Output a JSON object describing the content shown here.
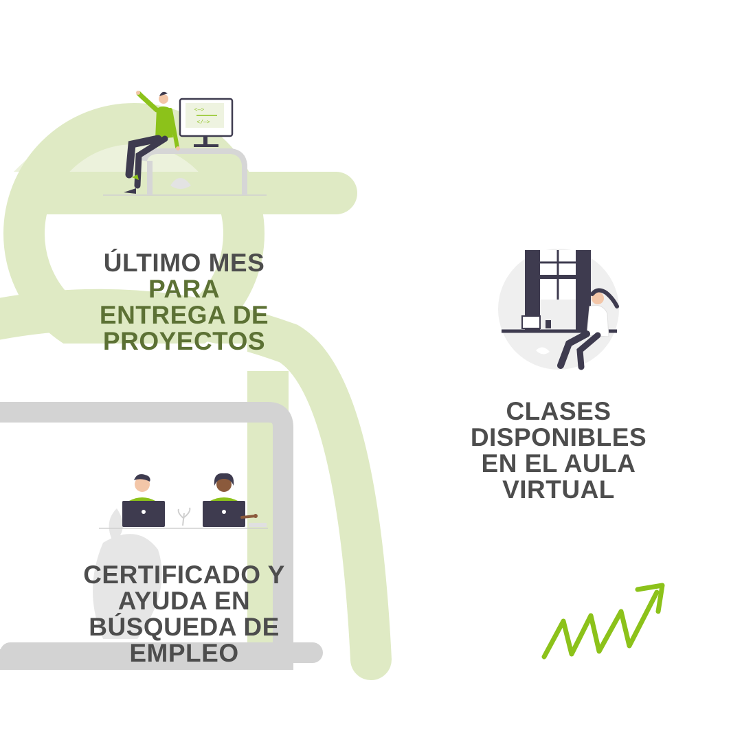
{
  "colors": {
    "background": "#ffffff",
    "light_green": "#dfeac4",
    "light_gray": "#d3d3d3",
    "accent_green": "#8cc21a",
    "dark_gray": "#4d4d4d",
    "olive": "#5c7134",
    "navy": "#3e3b4f"
  },
  "blocks": [
    {
      "lines": [
        {
          "text": "ÚLTIMO MES",
          "color": "#4d4d4d"
        },
        {
          "text": "PARA",
          "color": "#5c7134"
        },
        {
          "text": "ENTREGA DE",
          "color": "#5c7134"
        },
        {
          "text": "PROYECTOS",
          "color": "#5c7134"
        }
      ]
    },
    {
      "lines": [
        {
          "text": "CLASES",
          "color": "#4d4d4d"
        },
        {
          "text": "DISPONIBLES",
          "color": "#4d4d4d"
        },
        {
          "text": "EN EL AULA",
          "color": "#4d4d4d"
        },
        {
          "text": "VIRTUAL",
          "color": "#4d4d4d"
        }
      ]
    },
    {
      "lines": [
        {
          "text": "CERTIFICADO Y",
          "color": "#4d4d4d"
        },
        {
          "text": "AYUDA EN",
          "color": "#4d4d4d"
        },
        {
          "text": "BÚSQUEDA DE",
          "color": "#4d4d4d"
        },
        {
          "text": "EMPLEO",
          "color": "#4d4d4d"
        }
      ]
    }
  ],
  "monitor_code": {
    "line1": "<—>",
    "line2": "</—>"
  },
  "icons": [
    "person-outline-background",
    "laptop-outline-background",
    "developer-at-desk-illustration",
    "woman-at-window-desk-illustration",
    "two-people-with-laptops-illustration",
    "trend-arrow-icon"
  ]
}
